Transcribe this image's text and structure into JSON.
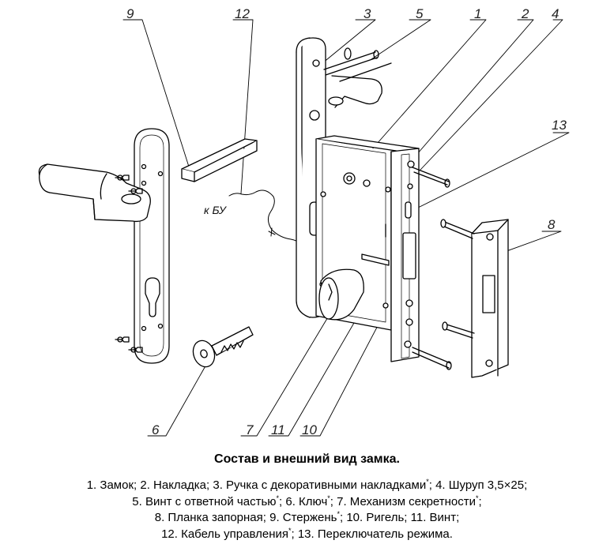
{
  "callouts": {
    "n1": "1",
    "n2": "2",
    "n3": "3",
    "n4": "4",
    "n5": "5",
    "n6": "6",
    "n7": "7",
    "n8": "8",
    "n9": "9",
    "n10": "10",
    "n11": "11",
    "n12": "12",
    "n13": "13"
  },
  "annotation_kbu": "к БУ",
  "caption": {
    "title": "Состав и внешний вид замка.",
    "line1_a": "1. Замок; 2. Накладка; 3. Ручка с декоративными накладками",
    "line1_b": "; 4. Шуруп 3,5×25;",
    "line2_a": "5. Винт с ответной частью",
    "line2_b": "; 6. Ключ",
    "line2_c": "; 7. Механизм секретности",
    "line2_d": ";",
    "line3_a": "8. Планка запорная; 9. Стержень",
    "line3_b": "; 10. Ригель; 11. Винт;",
    "line4_a": "12. Кабель управления",
    "line4_b": "; 13. Переключатель режима.",
    "asterisk": "*"
  }
}
